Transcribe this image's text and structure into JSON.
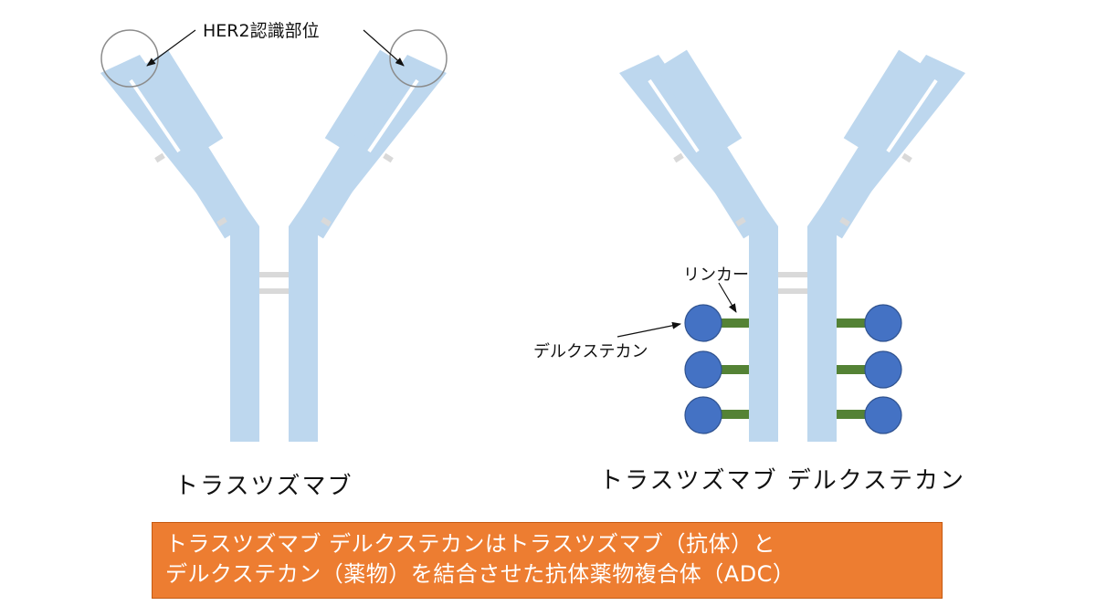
{
  "colors": {
    "antibody": "#bdd7ee",
    "hinge": "#d9d9d9",
    "drug": "#4472c4",
    "linker": "#548235",
    "caption_bg": "#ed7d31"
  },
  "labels": {
    "her2_site": "HER2認識部位",
    "linker": "リンカー",
    "deruxtecan": "デルクステカン",
    "left_title": "トラスツズマブ",
    "right_title": "トラスツズマブ デルクステカン"
  },
  "caption": {
    "line1": "トラスツズマブ デルクステカンはトラスツズマブ（抗体）と",
    "line2": "デルクステカン（薬物）を結合させた抗体薬物複合体（ADC）"
  }
}
